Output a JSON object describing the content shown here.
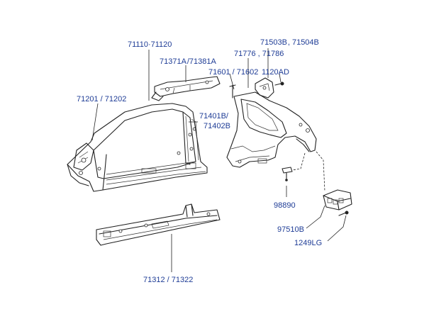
{
  "labels": {
    "p71110": "71110·71120",
    "p71371": "71371A /71381A",
    "p71201": "71201 / 71202",
    "p71401a": "71401B/",
    "p71401b": "71402B",
    "p71503": "71503B , 71504B",
    "p71776": "71776 , 71786",
    "p71601": "71601 / 71602",
    "p1120": "1120AD",
    "p98890": "98890",
    "p97510": "97510B",
    "p1249": "1249LG",
    "p71312": "71312 / 71322"
  }
}
